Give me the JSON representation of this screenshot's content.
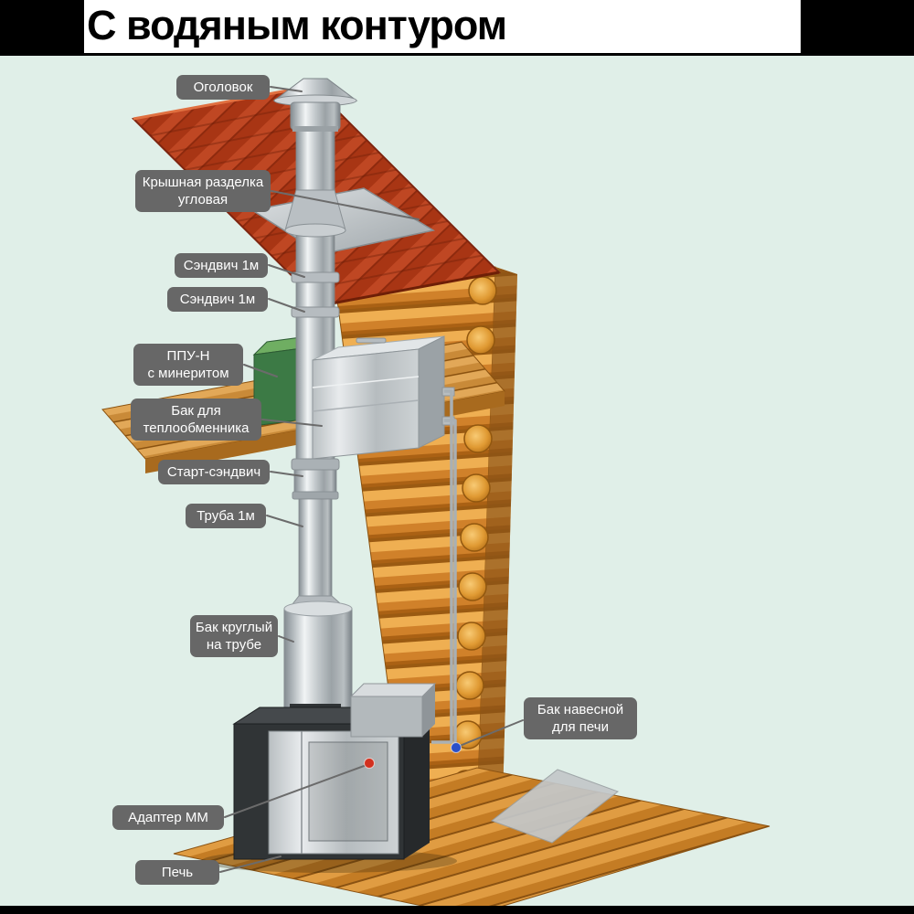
{
  "header": {
    "title": "С водяным контуром"
  },
  "colors": {
    "background": "#e0efe8",
    "label_bg": "#676767",
    "label_text": "#ffffff",
    "roof_red": "#bf4723",
    "wood_orange": "#d8913b",
    "metal_gray": "#c2c8cb",
    "marker_red": "#d2301f",
    "marker_blue": "#2b50c8",
    "frame_black": "#000000"
  },
  "labels": [
    {
      "id": "ogolovok",
      "text": "Оголовок"
    },
    {
      "id": "kryshnaya-razdelka",
      "text": "Крышная разделка\nугловая"
    },
    {
      "id": "sandwich-1",
      "text": "Сэндвич 1м"
    },
    {
      "id": "sandwich-2",
      "text": "Сэндвич 1м"
    },
    {
      "id": "ppu-n",
      "text": "ППУ-Н\nс минеритом"
    },
    {
      "id": "bak-teploobmennika",
      "text": "Бак для\nтеплообменника"
    },
    {
      "id": "start-sandwich",
      "text": "Старт-сэндвич"
    },
    {
      "id": "truba-1m",
      "text": "Труба 1м"
    },
    {
      "id": "bak-krugly",
      "text": "Бак круглый\nна трубе"
    },
    {
      "id": "bak-navesnoy",
      "text": "Бак навесной\nдля печи"
    },
    {
      "id": "adapter-mm",
      "text": "Адаптер ММ"
    },
    {
      "id": "pech",
      "text": "Печь"
    }
  ]
}
